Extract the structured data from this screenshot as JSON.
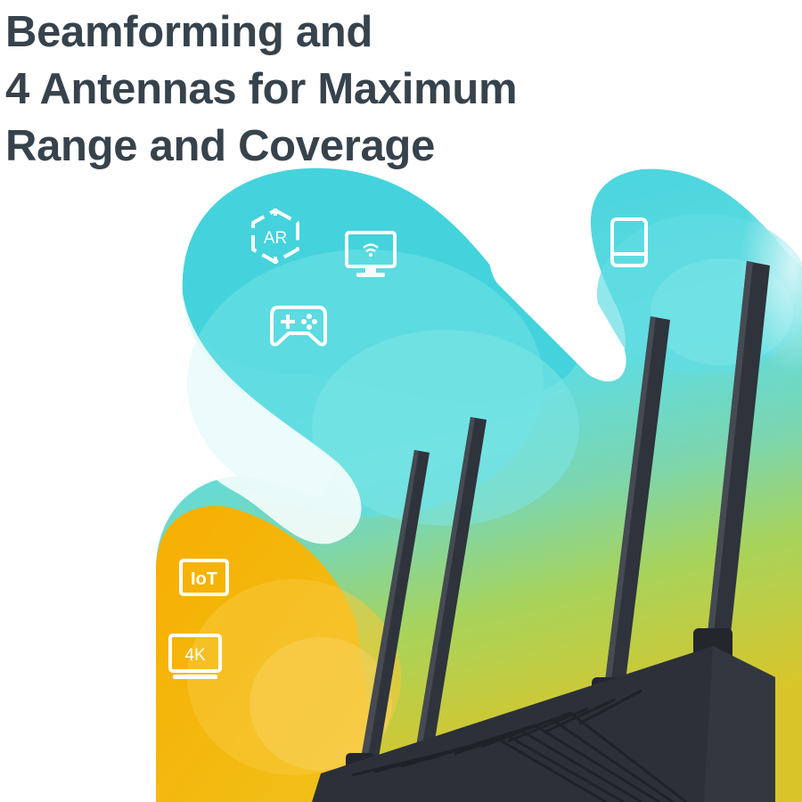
{
  "headline": {
    "lines": [
      "Beamforming and",
      "4 Antennas for Maximum",
      "Range and Coverage"
    ]
  },
  "icons": [
    {
      "name": "ar-icon",
      "label": "AR"
    },
    {
      "name": "smart-tv-wifi-icon",
      "label": ""
    },
    {
      "name": "gamepad-icon",
      "label": ""
    },
    {
      "name": "tablet-icon",
      "label": ""
    },
    {
      "name": "iot-icon",
      "label": "IoT"
    },
    {
      "name": "4k-tv-icon",
      "label": "4K"
    }
  ],
  "product": {
    "name": "wifi-router",
    "antenna_count": 4
  },
  "colors": {
    "text": "#37434c",
    "cyan": "#3fd2dc",
    "light_cyan": "#72e3e6",
    "orange": "#f6b200",
    "green": "#9bd06a",
    "router": "#2c3038"
  }
}
